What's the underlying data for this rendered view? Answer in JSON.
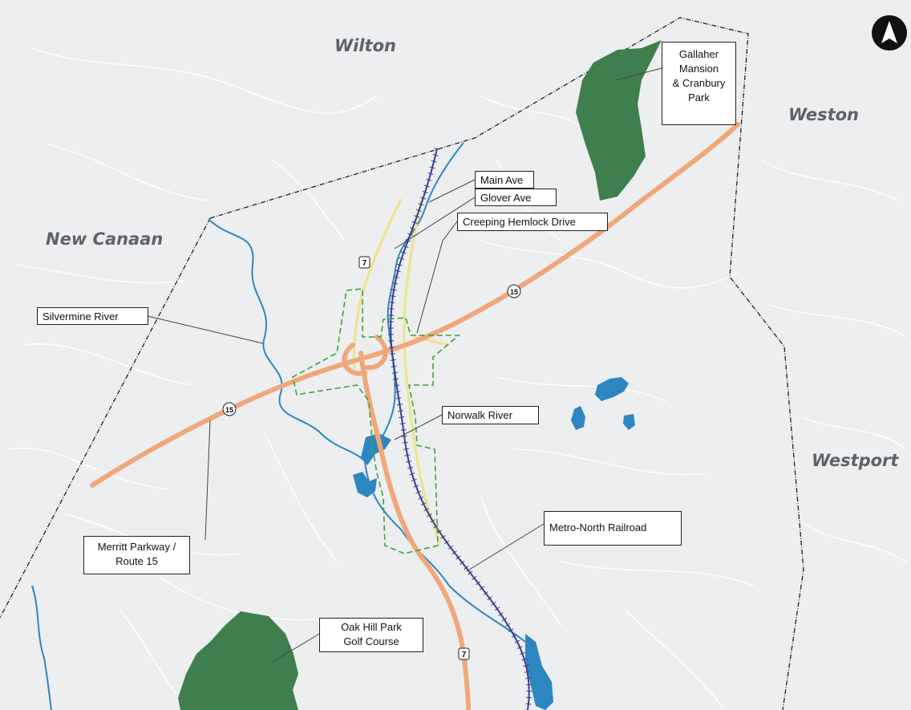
{
  "towns": {
    "wilton": "Wilton",
    "weston": "Weston",
    "new_canaan": "New Canaan",
    "westport": "Westport"
  },
  "callouts": {
    "gallaher_line1": "Gallaher",
    "gallaher_line2": "Mansion",
    "gallaher_line3": "& Cranbury",
    "gallaher_line4": "Park",
    "main_ave": "Main Ave",
    "glover_ave": "Glover Ave",
    "creeping_hemlock": "Creeping Hemlock Drive",
    "silvermine_river": "Silvermine River",
    "norwalk_river": "Norwalk River",
    "merritt_line1": "Merritt Parkway /",
    "merritt_line2": "Route 15",
    "metro_north": "Metro-North Railroad",
    "oak_hill_line1": "Oak Hill Park",
    "oak_hill_line2": "Golf Course"
  },
  "shields": {
    "route7": "7",
    "route15": "15"
  },
  "icons": {
    "north_arrow": "north-arrow-icon"
  },
  "colors": {
    "background": "#eceeef",
    "park": "#3f7f4e",
    "water": "#2e86c1",
    "highway": "#f0a77a",
    "local_road": "#efe48a",
    "railroad": "#3b3f8f",
    "study_area": "#3aa43a",
    "boundary": "#222222"
  }
}
